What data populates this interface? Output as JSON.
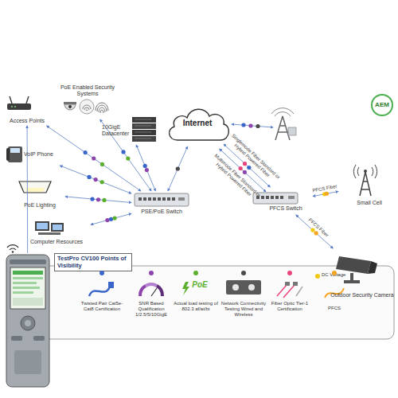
{
  "diagram": {
    "nodes": [
      {
        "text": [
          "Access Points"
        ]
      },
      {
        "text": [
          "PoE Enabled Security Systems"
        ]
      },
      {
        "text": [
          "10GigE Datacenter"
        ]
      },
      {
        "text": [
          "Internet"
        ]
      },
      {
        "text": [
          "VoIP Phone"
        ]
      },
      {
        "text": [
          "PoE Lighting"
        ]
      },
      {
        "text": [
          "PSE/PoE Switch"
        ]
      },
      {
        "text": [
          "Computer Resources"
        ]
      },
      {
        "text": [
          "PFCS Switch"
        ]
      },
      {
        "text": [
          "Small Cell"
        ]
      },
      {
        "text": [
          "TestPro CV100 Points of Visibility"
        ]
      },
      {
        "text": [
          "Outdoor Security Camera"
        ]
      }
    ],
    "edges": [
      {
        "from": 0,
        "to": 6,
        "arrow": "both"
      },
      {
        "from": 4,
        "to": 6,
        "arrow": "both"
      },
      {
        "from": 5,
        "to": 6,
        "arrow": "both"
      },
      {
        "from": 7,
        "to": 6,
        "arrow": "both"
      },
      {
        "from": 1,
        "to": 6,
        "arrow": "both"
      },
      {
        "from": 2,
        "to": 6,
        "arrow": "both"
      },
      {
        "from": 6,
        "to": 3,
        "arrow": "both"
      },
      {
        "from": 3,
        "to": 8,
        "label": "Singlemode Fiber Standard or Hybrid Powered Fiber",
        "arrow": "both"
      },
      {
        "from": 3,
        "to": 8,
        "label": "Multimode Fiber Standard or Hybrid Powered Fiber",
        "arrow": "both"
      },
      {
        "from": 8,
        "to": 9,
        "label": "PFCS Fiber",
        "arrow": "both"
      },
      {
        "from": 8,
        "to": 11,
        "label": "PFCS Fiber",
        "arrow": "both"
      },
      {
        "from": 10,
        "to": 0,
        "arrow": "to"
      }
    ],
    "labels": [
      "AEM",
      "PoE"
    ],
    "legend": [
      {
        "text": "Twisted Pair Cat5e-Cat8 Certification",
        "color": "#3a66c9"
      },
      {
        "text": "SNR Based Qualification 1/2.5/5/10GigE",
        "color": "#8e44ad"
      },
      {
        "text": "Actual load testing of 802.3 af/at/bt",
        "color": "#5cb030"
      },
      {
        "text": "Network Connectivity Testing Wired and Wireless",
        "color": "#4a4a4a"
      },
      {
        "text": "Fiber Optic Tier-1 Certification",
        "color": "#e8467c"
      },
      {
        "text": "DC Voltage",
        "color": "#f2c80f"
      },
      {
        "text": "PFCS",
        "color": "#f5a623"
      }
    ]
  }
}
